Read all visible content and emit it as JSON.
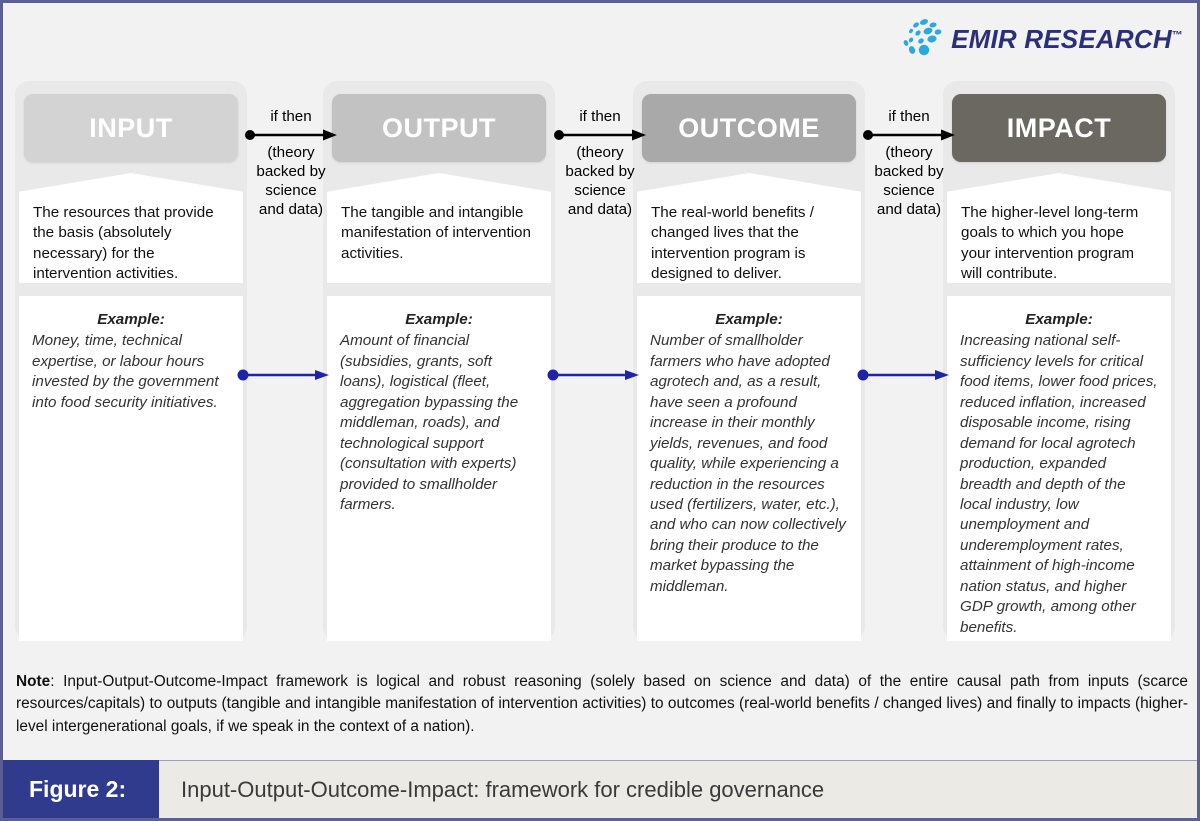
{
  "brand": {
    "name": "EMIR RESEARCH",
    "trademark": "™",
    "color": "#2b2f7a",
    "dot_color": "#2aa8e0"
  },
  "colors": {
    "frame_border": "#5a5f96",
    "canvas": "#f2f2f2",
    "column_bg": "#e9e9e9",
    "connector_blue": "#1f23a8",
    "caption_block": "#313b8e",
    "caption_bg": "#eceae4"
  },
  "stages": [
    {
      "title": "INPUT",
      "header_color": "#d3d3d3",
      "description": "The resources that provide the basis (absolutely necessary) for the intervention activities.",
      "example_label": "Example:",
      "example_text": "Money, time, technical expertise, or labour hours invested by the government into food security initiatives."
    },
    {
      "title": "OUTPUT",
      "header_color": "#c2c2c2",
      "description": "The tangible and intangible manifestation of intervention activities.",
      "example_label": "Example:",
      "example_text": "Amount of financial (subsidies, grants, soft loans), logistical (fleet, aggregation bypassing the middleman, roads), and technological support (consultation with experts) provided to smallholder farmers."
    },
    {
      "title": "OUTCOME",
      "header_color": "#a9a9a9",
      "description": "The real-world benefits / changed lives that the intervention program is designed to deliver.",
      "example_label": "Example:",
      "example_text": "Number of smallholder farmers who have adopted agrotech and, as a result, have seen a profound increase in their monthly yields, revenues, and food quality, while experiencing a reduction in the resources used (fertilizers, water, etc.), and who can now collectively bring their produce to the market bypassing the middleman."
    },
    {
      "title": "IMPACT",
      "header_color": "#6b6862",
      "description": "The higher-level long-term goals to which you hope your intervention program will contribute.",
      "example_label": "Example:",
      "example_text": "Increasing national self-sufficiency levels for critical food items, lower food prices, reduced inflation, increased disposable income, rising demand for local agrotech production, expanded breadth and depth of the local industry, low unemployment and underemployment rates, attainment of high-income nation status, and higher GDP growth, among other benefits."
    }
  ],
  "connectors": [
    {
      "line1": "if then",
      "line2": "(theory",
      "line3": "backed by",
      "line4": "science",
      "line5": "and data)"
    },
    {
      "line1": "if then",
      "line2": "(theory",
      "line3": "backed by",
      "line4": "science",
      "line5": "and data)"
    },
    {
      "line1": "if then",
      "line2": "(theory",
      "line3": "backed by",
      "line4": "science",
      "line5": "and data)"
    }
  ],
  "note": {
    "label": "Note",
    "text": ": Input-Output-Outcome-Impact framework is logical and robust reasoning (solely based on science and data) of the entire causal path from inputs (scarce resources/capitals) to outputs (tangible and intangible manifestation of intervention activities) to outcomes (real-world benefits / changed lives) and finally to impacts (higher-level intergenerational goals, if we speak in the context of a nation)."
  },
  "caption": {
    "number": "Figure 2:",
    "title": "Input-Output-Outcome-Impact: framework for credible governance"
  }
}
